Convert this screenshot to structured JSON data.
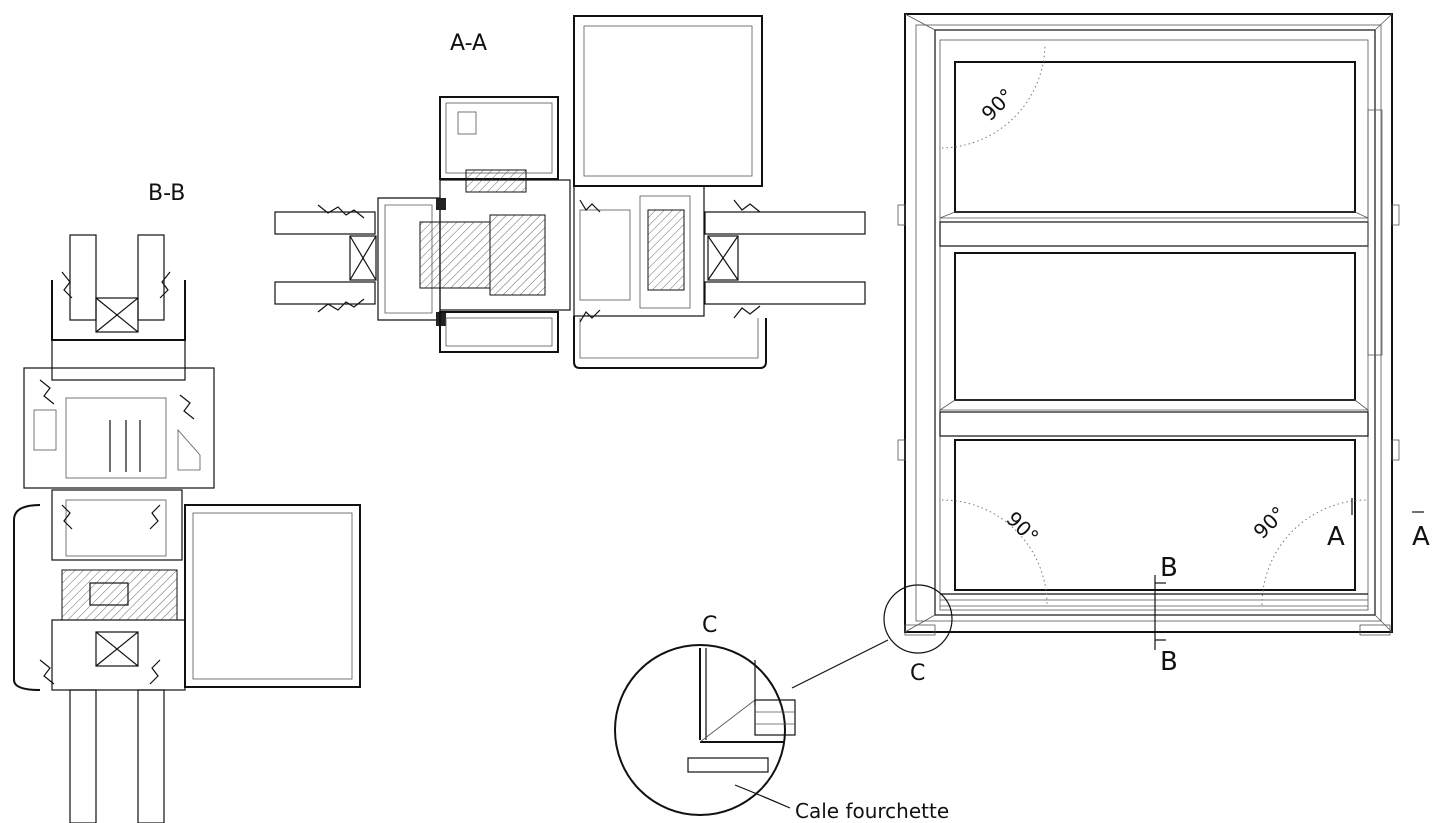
{
  "labels": {
    "section_aa": "A-A",
    "section_bb": "B-B",
    "angle_top_left": "90°",
    "angle_bottom_left": "90°",
    "angle_bottom_right": "90°",
    "cut_a_left": "A",
    "cut_a_right": "A",
    "cut_b_top": "B",
    "cut_b_bottom": "B",
    "detail_c_frame": "C",
    "detail_c_zoom": "C",
    "callout_shim": "Cale fourchette"
  }
}
